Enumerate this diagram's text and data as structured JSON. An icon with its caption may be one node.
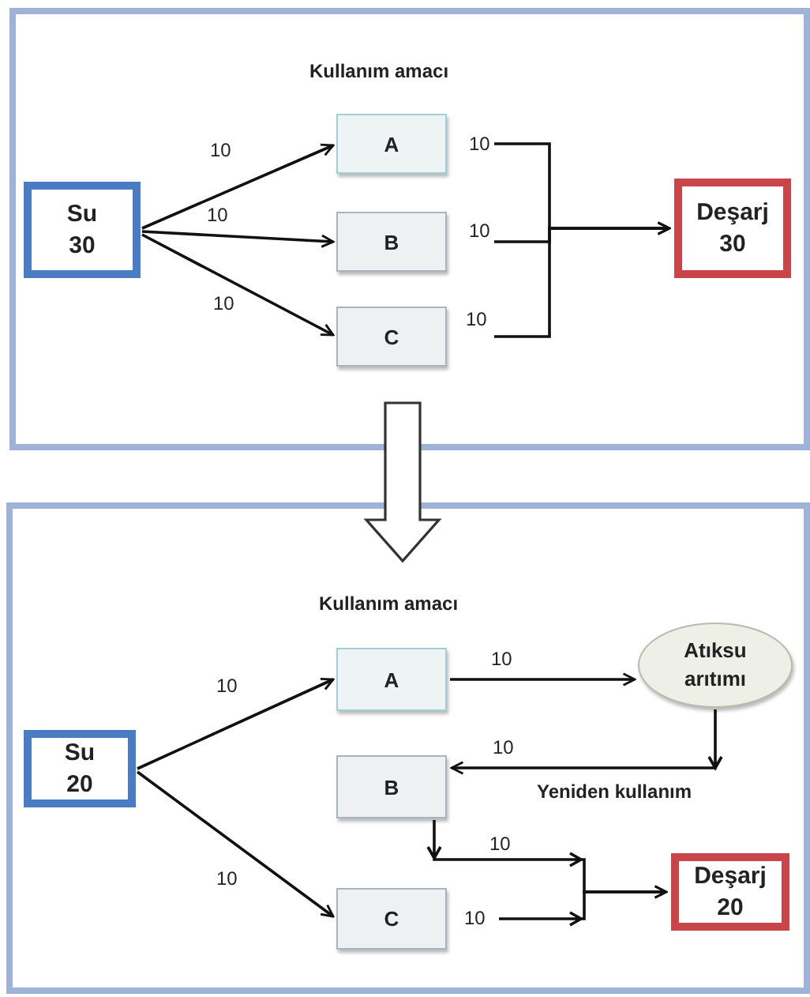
{
  "diagram": {
    "nodes": [
      {
        "text": [],
        "shape": "box"
      },
      {
        "text": [
          "Su 30"
        ],
        "in": 0
      },
      {
        "text": [
          "A"
        ],
        "in": 0
      },
      {
        "text": [
          "B"
        ],
        "in": 0
      },
      {
        "text": [
          "C"
        ],
        "in": 0
      },
      {
        "text": [
          "Deşarj 30"
        ],
        "in": 0
      },
      {
        "text": [],
        "shape": "box"
      },
      {
        "text": [
          "Su 20"
        ],
        "in": 6
      },
      {
        "text": [
          "A"
        ],
        "in": 6
      },
      {
        "text": [
          "B"
        ],
        "in": 6
      },
      {
        "text": [
          "C"
        ],
        "in": 6
      },
      {
        "text": [
          "Atıksu arıtımı"
        ],
        "in": 6
      },
      {
        "text": [
          "Deşarj 20"
        ],
        "in": 6
      }
    ],
    "edges": [
      {
        "from": 0,
        "to": 6,
        "arrow": "to",
        "style": "thick"
      },
      {
        "from": 1,
        "to": 2,
        "label": "10",
        "arrow": "to"
      },
      {
        "from": 1,
        "to": 3,
        "label": "10",
        "arrow": "to"
      },
      {
        "from": 1,
        "to": 4,
        "label": "10",
        "arrow": "to"
      },
      {
        "from": 2,
        "to": 5,
        "label": "10",
        "arrow": "to"
      },
      {
        "from": 3,
        "to": 5,
        "label": "10",
        "arrow": "to"
      },
      {
        "from": 4,
        "to": 5,
        "label": "10",
        "arrow": "to"
      },
      {
        "from": 7,
        "to": 8,
        "label": "10",
        "arrow": "to"
      },
      {
        "from": 7,
        "to": 10,
        "label": "10",
        "arrow": "to"
      },
      {
        "from": 8,
        "to": 11,
        "label": "10",
        "arrow": "to"
      },
      {
        "from": 11,
        "to": 9,
        "label": "10",
        "arrow": "to"
      },
      {
        "from": 9,
        "to": 12,
        "label": "10",
        "arrow": "to"
      },
      {
        "from": 10,
        "to": 12,
        "label": "10",
        "arrow": "to"
      }
    ],
    "labels": [
      "Kullanım amacı",
      "Kullanım amacı",
      "Yeniden kullanım"
    ]
  }
}
